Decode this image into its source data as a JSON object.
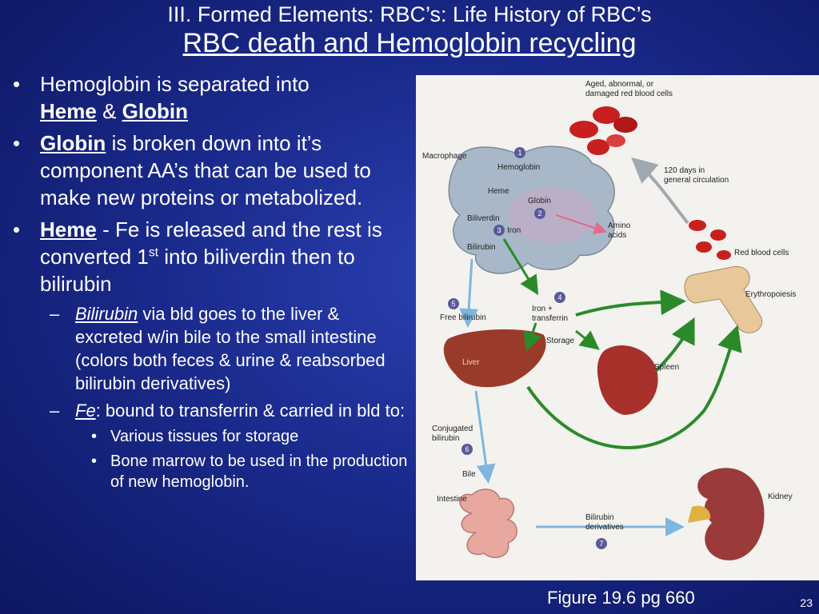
{
  "title": {
    "line1": "III. Formed Elements: RBC’s: Life History of RBC’s",
    "line2": "RBC death and Hemoglobin recycling"
  },
  "bullets": {
    "b1_text": "Hemoglobin is separated into",
    "b1_heme": "Heme",
    "b1_amp": "&",
    "b1_globin": "Globin",
    "b2_globin": "Globin",
    "b2_rest": "is broken down into it’s component AA’s that can be used to make new proteins or metabolized.",
    "b3_heme": "Heme",
    "b3_rest_a": "- Fe is released and the rest is converted 1",
    "b3_sup": "st",
    "b3_rest_b": "into biliverdin then to bilirubin",
    "s1_term": "Bilirubin",
    "s1_rest": "via bld goes to the liver & excreted w/in bile to the small intestine (colors both feces & urine & reabsorbed bilirubin derivatives)",
    "s2_term": "Fe",
    "s2_rest": ": bound to transferrin & carried in bld to:",
    "t1": "Various tissues for storage",
    "t2": "Bone marrow to be used in the production of new hemoglobin."
  },
  "figure": {
    "aged": "Aged, abnormal, or",
    "damaged": "damaged red blood cells",
    "macrophage": "Macrophage",
    "hemoglobin": "Hemoglobin",
    "heme": "Heme",
    "globin": "Globin",
    "biliverdin": "Biliverdin",
    "iron": "Iron",
    "bilirubin": "Bilirubin",
    "amino": "Amino",
    "acids": "acids",
    "days120": "120 days in",
    "general": "general circulation",
    "rbc": "Red blood cells",
    "erythropoiesis": "Erythropoiesis",
    "free_bilirubin": "Free bilirubin",
    "iron_plus": "Iron +",
    "transferrin": "transferrin",
    "storage": "Storage",
    "liver": "Liver",
    "spleen": "Spleen",
    "conjugated": "Conjugated",
    "conj_bilirubin": "bilirubin",
    "bile": "Bile",
    "intestine": "Intestine",
    "bili_der1": "Bilirubin",
    "bili_der2": "derivatives",
    "kidney": "Kidney",
    "n1": "1",
    "n2": "2",
    "n3": "3",
    "n4": "4",
    "n5": "5",
    "n6": "6",
    "n7": "7"
  },
  "caption": "Figure 19.6 pg 660",
  "page_number": "23",
  "colors": {
    "background": "#1a2a8c",
    "rbc": "#c8201e",
    "arrow_green": "#2a8a2a",
    "arrow_blue": "#7fb6e0"
  }
}
